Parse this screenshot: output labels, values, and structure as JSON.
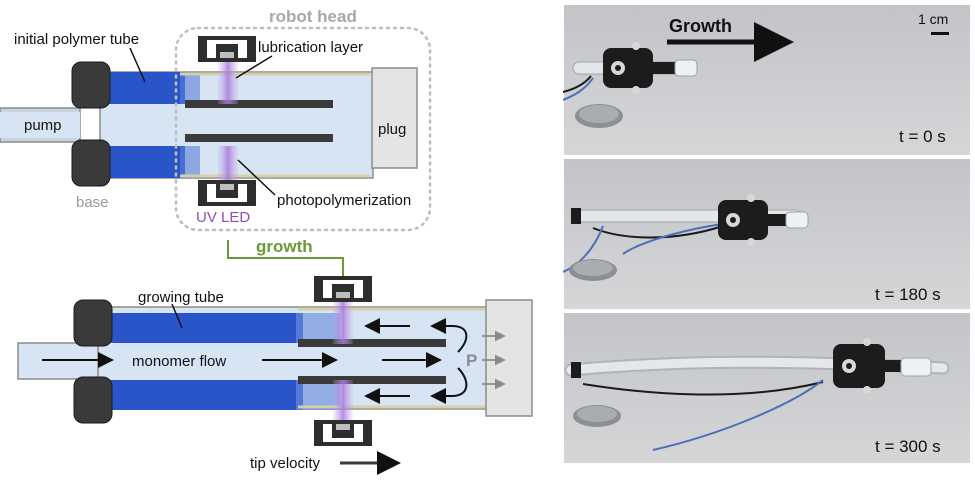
{
  "schematic": {
    "robot_head": "robot head",
    "initial_polymer_tube": "initial polymer tube",
    "lubrication_layer": "lubrication layer",
    "pump": "pump",
    "plug": "plug",
    "base": "base",
    "photopolymerization": "photopolymerization",
    "uv_led": "UV LED",
    "growth": "growth",
    "growing_tube": "growing tube",
    "monomer_flow": "monomer flow",
    "pressure": "P",
    "tip_velocity": "tip velocity"
  },
  "photos": {
    "growth": "Growth",
    "scale_bar": "1 cm",
    "panels": [
      {
        "time": "t = 0 s"
      },
      {
        "time": "t = 180 s"
      },
      {
        "time": "t = 300 s"
      }
    ]
  },
  "colors": {
    "tube_blue": "#2a55c8",
    "fluid": "#d6e4f3",
    "growth_green": "#6a9a3a",
    "uv_purple": "#b48adf",
    "label_purple": "#8e4fb5",
    "grey_label": "#9a9a9a",
    "dark": "#3a3a3a"
  }
}
